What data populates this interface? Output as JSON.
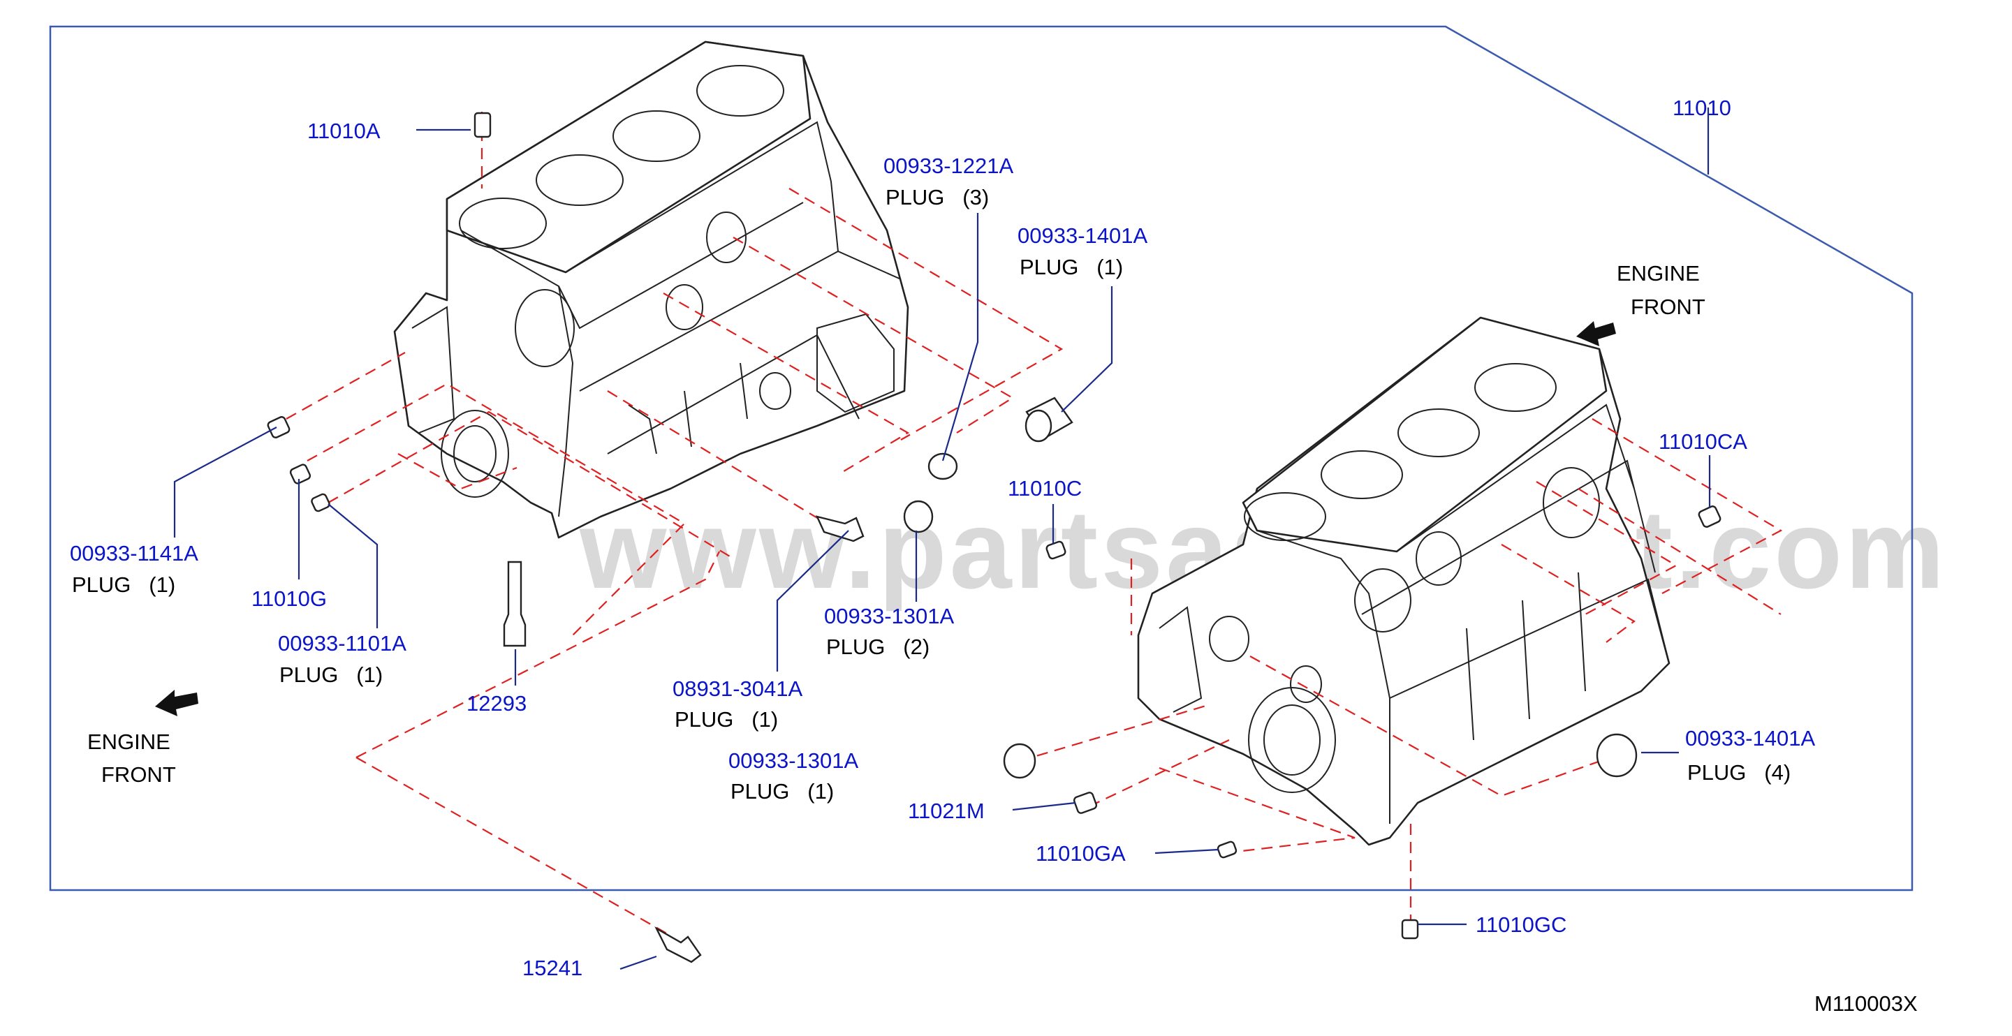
{
  "watermark": "www.partsassistant.com",
  "diagram_code": "M110003X",
  "engine_front_left": {
    "line1": "ENGINE",
    "line2": "FRONT"
  },
  "engine_front_right": {
    "line1": "ENGINE",
    "line2": "FRONT"
  },
  "callouts": [
    {
      "id": "p11010",
      "number": "11010",
      "desc": ""
    },
    {
      "id": "p11010A",
      "number": "11010A",
      "desc": ""
    },
    {
      "id": "p00933-1221A",
      "number": "00933-1221A",
      "desc": "PLUG   (3)"
    },
    {
      "id": "p00933-1401A-top",
      "number": "00933-1401A",
      "desc": "PLUG   (1)"
    },
    {
      "id": "p00933-1141A",
      "number": "00933-1141A",
      "desc": "PLUG   (1)"
    },
    {
      "id": "p11010G",
      "number": "11010G",
      "desc": ""
    },
    {
      "id": "p00933-1101A",
      "number": "00933-1101A",
      "desc": "PLUG   (1)"
    },
    {
      "id": "p12293",
      "number": "12293",
      "desc": ""
    },
    {
      "id": "p11010C",
      "number": "11010C",
      "desc": ""
    },
    {
      "id": "p00933-1301A-a",
      "number": "00933-1301A",
      "desc": "PLUG   (2)"
    },
    {
      "id": "p08931-3041A",
      "number": "08931-3041A",
      "desc": "PLUG   (1)"
    },
    {
      "id": "p00933-1301A-b",
      "number": "00933-1301A",
      "desc": "PLUG   (1)"
    },
    {
      "id": "p11010CA",
      "number": "11010CA",
      "desc": ""
    },
    {
      "id": "p00933-1401A-bottom",
      "number": "00933-1401A",
      "desc": "PLUG   (4)"
    },
    {
      "id": "p11021M",
      "number": "11021M",
      "desc": ""
    },
    {
      "id": "p11010GA",
      "number": "11010GA",
      "desc": ""
    },
    {
      "id": "p11010GC",
      "number": "11010GC",
      "desc": ""
    },
    {
      "id": "p15241",
      "number": "15241",
      "desc": ""
    }
  ]
}
